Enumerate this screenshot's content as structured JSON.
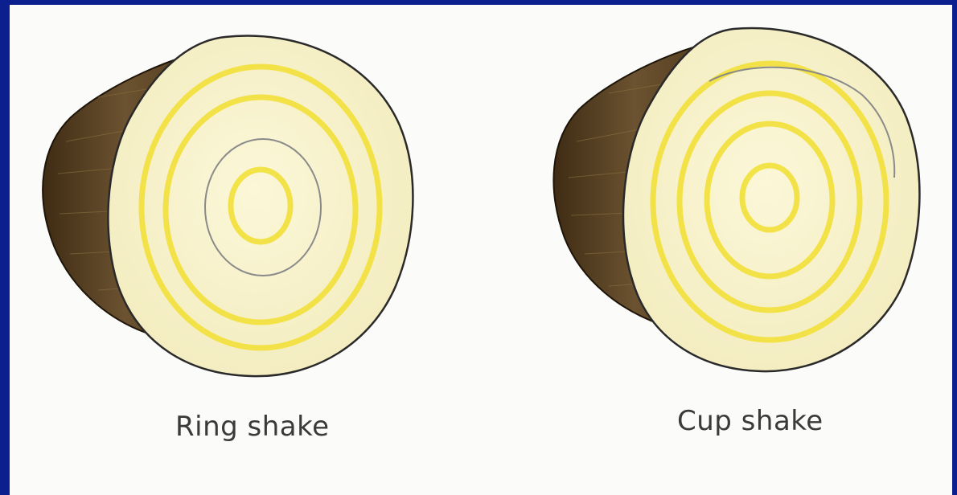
{
  "figure": {
    "frame_color": "#0b1f8e",
    "background": "#fbfbfa",
    "bark_color": "#5a4224",
    "wood_face_color": "#f7f2c6",
    "growth_ring_color": "#f2e13a",
    "shake_line_color": "#8a8a8a"
  },
  "logs": [
    {
      "id": "ring",
      "caption": "Ring shake",
      "defect": "ring-shake-line"
    },
    {
      "id": "cup",
      "caption": "Cup shake",
      "defect": "cup-shake-line"
    }
  ]
}
